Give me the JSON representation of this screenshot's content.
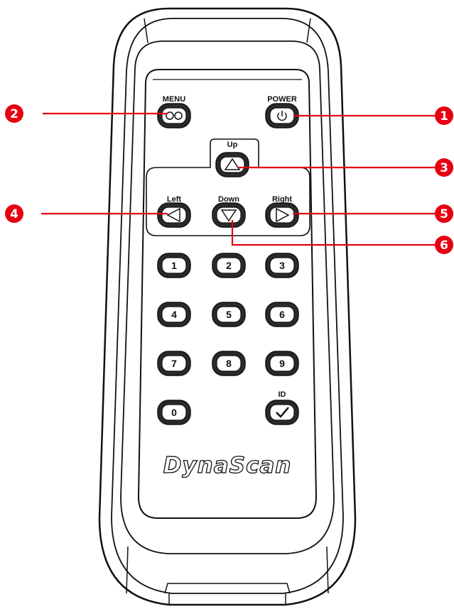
{
  "remote": {
    "brand": "DynaScan",
    "buttons": {
      "menu": "MENU",
      "power": "POWER",
      "up": "Up",
      "left": "Left",
      "down": "Down",
      "right": "Right",
      "id": "ID",
      "keys": [
        "1",
        "2",
        "3",
        "4",
        "5",
        "6",
        "7",
        "8",
        "9",
        "0"
      ]
    }
  },
  "callouts": [
    "1",
    "2",
    "3",
    "4",
    "5",
    "6"
  ],
  "colors": {
    "callout": "#e60012",
    "outline": "#111111"
  }
}
